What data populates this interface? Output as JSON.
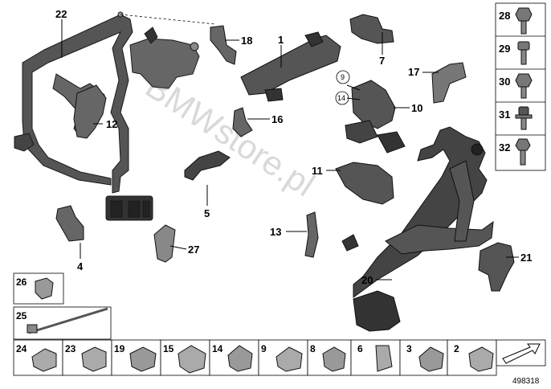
{
  "diagram": {
    "watermark": "BMWstore.pl",
    "image_id": "498318",
    "callouts": [
      {
        "id": "c22",
        "text": "22"
      },
      {
        "id": "c18",
        "text": "18"
      },
      {
        "id": "c1",
        "text": "1"
      },
      {
        "id": "c7",
        "text": "7"
      },
      {
        "id": "c17",
        "text": "17"
      },
      {
        "id": "c9",
        "text": "9"
      },
      {
        "id": "c14",
        "text": "14"
      },
      {
        "id": "c10",
        "text": "10"
      },
      {
        "id": "c12",
        "text": "12"
      },
      {
        "id": "c16",
        "text": "16"
      },
      {
        "id": "c11",
        "text": "11"
      },
      {
        "id": "c5",
        "text": "5"
      },
      {
        "id": "c13",
        "text": "13"
      },
      {
        "id": "c27",
        "text": "27"
      },
      {
        "id": "c4",
        "text": "4"
      },
      {
        "id": "c21",
        "text": "21"
      },
      {
        "id": "c20",
        "text": "20"
      }
    ],
    "screws": [
      "28",
      "29",
      "30",
      "31",
      "32"
    ],
    "left_boxes": [
      "26",
      "25"
    ],
    "bottom_boxes": [
      "24",
      "23",
      "19",
      "15",
      "14",
      "9",
      "8",
      "6",
      "3",
      "2"
    ]
  }
}
